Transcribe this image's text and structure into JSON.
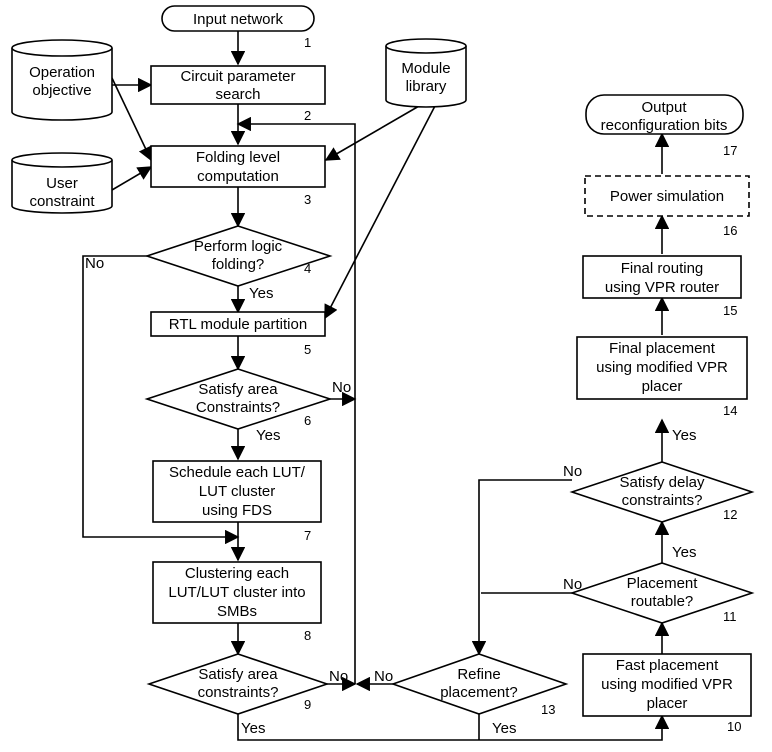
{
  "nodes": {
    "input_network": [
      "Input network"
    ],
    "operation_objective": [
      "Operation",
      "objective"
    ],
    "circuit_param_search": [
      "Circuit parameter",
      "search"
    ],
    "module_library": [
      "Module",
      "library"
    ],
    "user_constraint": [
      "User",
      "constraint"
    ],
    "folding_level": [
      "Folding level",
      "computation"
    ],
    "perform_logic_folding": [
      "Perform logic",
      "folding?"
    ],
    "rtl_partition": [
      "RTL module partition"
    ],
    "satisfy_area_1": [
      "Satisfy area",
      "Constraints?"
    ],
    "schedule_lut": [
      "Schedule each LUT/",
      "LUT cluster",
      "using FDS"
    ],
    "clustering": [
      "Clustering each",
      "LUT/LUT cluster into",
      "SMBs"
    ],
    "satisfy_area_2": [
      "Satisfy area",
      "constraints?"
    ],
    "refine_placement": [
      "Refine",
      "placement?"
    ],
    "fast_placement": [
      "Fast placement",
      "using  modified VPR",
      "placer"
    ],
    "placement_routable": [
      "Placement",
      "routable?"
    ],
    "satisfy_delay": [
      "Satisfy delay",
      "constraints?"
    ],
    "final_placement": [
      "Final placement",
      "using  modified  VPR",
      "placer"
    ],
    "final_routing": [
      "Final routing",
      "using VPR router"
    ],
    "power_simulation": [
      "Power simulation"
    ],
    "output_bits": [
      "Output",
      "reconfiguration bits"
    ]
  },
  "step_numbers": [
    "1",
    "2",
    "3",
    "4",
    "5",
    "6",
    "7",
    "8",
    "9",
    "10",
    "11",
    "12",
    "13",
    "14",
    "15",
    "16",
    "17"
  ],
  "edge_labels": {
    "yes": "Yes",
    "no": "No"
  }
}
